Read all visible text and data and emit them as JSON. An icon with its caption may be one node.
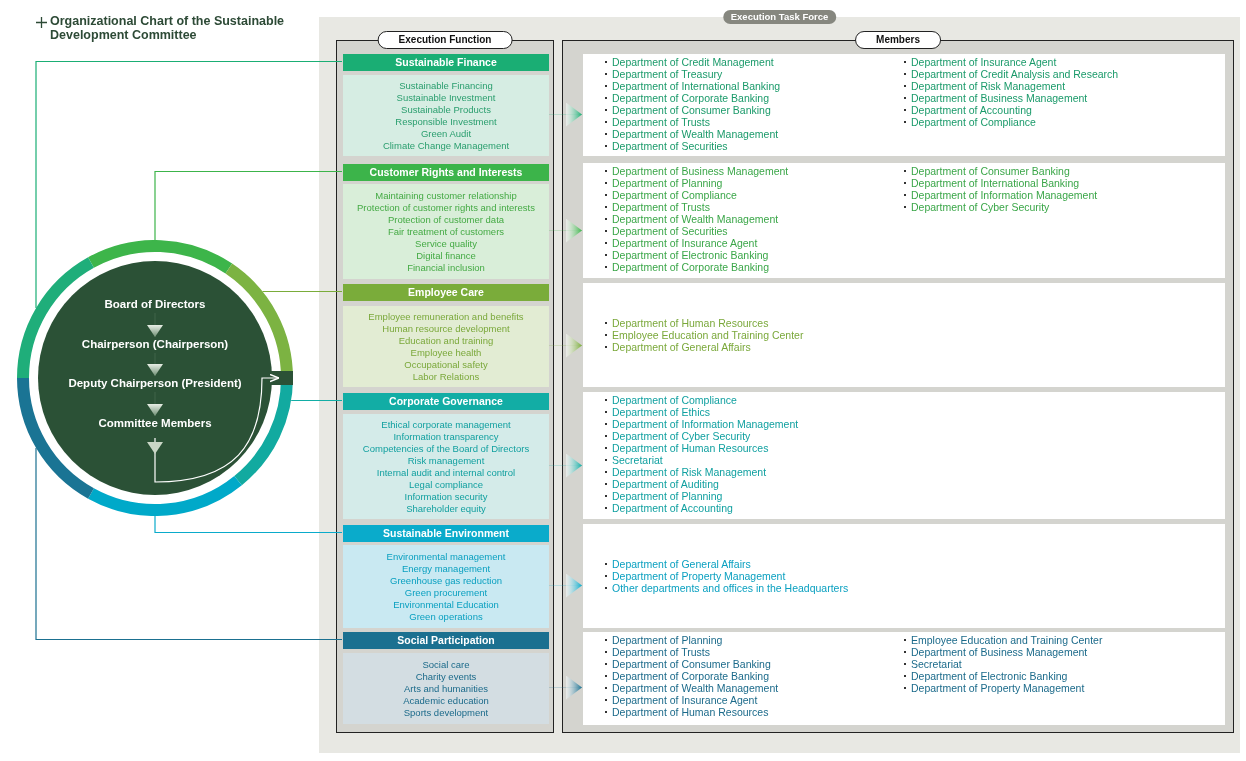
{
  "diagram": {
    "title": "Organizational Chart of the Sustainable Development Committee",
    "nodes": [
      {
        "text": [
          "Execution Task Force"
        ]
      },
      {
        "text": [
          "Execution Function"
        ],
        "in": 0
      },
      {
        "text": [
          "Sustainable Finance"
        ],
        "in": 1
      },
      {
        "text": [
          "Sustainable Financing",
          "Sustainable Investment",
          "Sustainable Products",
          "Responsible Investment",
          "Green Audit",
          "Climate Change Management"
        ],
        "in": 1
      },
      {
        "text": [
          "Customer Rights and Interests"
        ],
        "in": 1
      },
      {
        "text": [
          "Maintaining customer relationship",
          "Protection of customer rights and interests",
          "Protection of customer data",
          "Fair treatment of customers",
          "Service quality",
          "Digital finance",
          "Financial inclusion"
        ],
        "in": 1
      },
      {
        "text": [
          "Employee Care"
        ],
        "in": 1
      },
      {
        "text": [
          "Employee remuneration and benefits",
          "Human resource development",
          "Education and training",
          "Employee health",
          "Occupational safety",
          "Labor Relations"
        ],
        "in": 1
      },
      {
        "text": [
          "Corporate Governance"
        ],
        "in": 1
      },
      {
        "text": [
          "Ethical corporate management",
          "Information transparency",
          "Competencies of the Board of Directors",
          "Risk management",
          "Internal audit and internal control",
          "Legal compliance",
          "Information security",
          "Shareholder equity"
        ],
        "in": 1
      },
      {
        "text": [
          "Sustainable Environment"
        ],
        "in": 1
      },
      {
        "text": [
          "Environmental management",
          "Energy management",
          "Greenhouse gas reduction",
          "Green procurement",
          "Environmental Education",
          "Green operations"
        ],
        "in": 1
      },
      {
        "text": [
          "Social Participation"
        ],
        "in": 1
      },
      {
        "text": [
          "Social care",
          "Charity events",
          "Arts and humanities",
          "Academic education",
          "Sports development"
        ],
        "in": 1
      },
      {
        "text": [
          "Members"
        ],
        "in": 0
      },
      {
        "text": [
          "Department of Credit Management",
          "Department of Treasury",
          "Department of International Banking",
          "Department of Corporate Banking",
          "Department of Consumer Banking",
          "Department of Trusts",
          "Department of Wealth Management",
          "Department of Securities",
          "Department of Insurance Agent",
          "Department of Credit Analysis and Research",
          "Department of Risk Management",
          "Department of Business Management",
          "Department of Accounting",
          "Department of Compliance"
        ],
        "in": 14
      },
      {
        "text": [
          "Department of Business Management",
          "Department of Planning",
          "Department of Compliance",
          "Department of Trusts",
          "Department of Wealth Management",
          "Department of Securities",
          "Department of Insurance Agent",
          "Department of Electronic Banking",
          "Department of Corporate Banking",
          "Department of Consumer Banking",
          "Department of International Banking",
          "Department of Information Management",
          "Department of Cyber Security"
        ],
        "in": 14
      },
      {
        "text": [
          "Department of Human Resources",
          "Employee Education and Training Center",
          "Department of General Affairs"
        ],
        "in": 14
      },
      {
        "text": [
          "Department of Compliance",
          "Department of Ethics",
          "Department of Information Management",
          "Department of Cyber Security",
          "Department of Human Resources",
          "Secretariat",
          "Department of Risk Management",
          "Department of Auditing",
          "Department of Planning",
          "Department of Accounting"
        ],
        "in": 14
      },
      {
        "text": [
          "Department of General Affairs",
          "Department of Property Management",
          "Other departments and offices in the Headquarters"
        ],
        "in": 14
      },
      {
        "text": [
          "Department of Planning",
          "Department of Trusts",
          "Department of Consumer Banking",
          "Department of Corporate Banking",
          "Department of Wealth Management",
          "Department of Insurance Agent",
          "Department of Human Resources",
          "Employee Education and Training Center",
          "Department of Business Management",
          "Secretariat",
          "Department of Electronic Banking",
          "Department of Property Management"
        ],
        "in": 14
      },
      {
        "text": [],
        "shape": "circle"
      },
      {
        "text": [
          "Board of Directors"
        ],
        "in": 21
      },
      {
        "text": [
          "Chairperson (Chairperson)"
        ],
        "in": 21
      },
      {
        "text": [
          "Deputy Chairperson (President)"
        ],
        "in": 21
      },
      {
        "text": [
          "Committee Members"
        ],
        "in": 21
      }
    ],
    "edges": [
      {
        "from": 3,
        "to": 15,
        "arrow": "to",
        "color": "#1aae74"
      },
      {
        "from": 5,
        "to": 16,
        "arrow": "to",
        "color": "#3cb44a"
      },
      {
        "from": 7,
        "to": 17,
        "arrow": "to",
        "color": "#7aac3a"
      },
      {
        "from": 9,
        "to": 18,
        "arrow": "to",
        "color": "#12ada5"
      },
      {
        "from": 11,
        "to": 19,
        "arrow": "to",
        "color": "#0aabcb"
      },
      {
        "from": 13,
        "to": 20,
        "arrow": "to",
        "color": "#1b7090"
      },
      {
        "from": 21,
        "to": 2,
        "arrow": "none",
        "color": "#1aae74"
      },
      {
        "from": 21,
        "to": 4,
        "arrow": "none",
        "color": "#3cb44a"
      },
      {
        "from": 21,
        "to": 6,
        "arrow": "none",
        "color": "#7aac3a"
      },
      {
        "from": 21,
        "to": 8,
        "arrow": "none",
        "color": "#12ada5"
      },
      {
        "from": 21,
        "to": 10,
        "arrow": "none",
        "color": "#0aabcb"
      },
      {
        "from": 21,
        "to": 12,
        "arrow": "none",
        "color": "#1b7090"
      },
      {
        "from": 22,
        "to": 23,
        "arrow": "to"
      },
      {
        "from": 23,
        "to": 24,
        "arrow": "to"
      },
      {
        "from": 24,
        "to": 25,
        "arrow": "to"
      },
      {
        "from": 25,
        "to": null,
        "arrow": "to",
        "color": "#ffffff"
      }
    ]
  }
}
